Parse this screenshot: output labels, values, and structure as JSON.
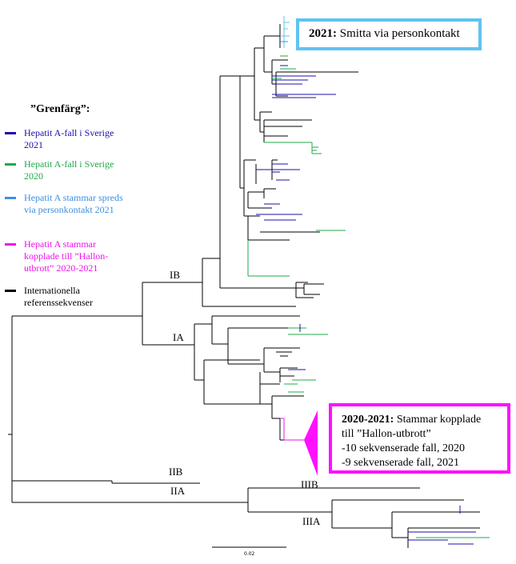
{
  "legend": {
    "title": "”Grenfärg”:",
    "items": [
      {
        "text": "Hepatit A-fall i Sverige 2021",
        "color": "#1a0fae"
      },
      {
        "text": "Hepatit A-fall i Sverige 2020",
        "color": "#21a84a"
      },
      {
        "text": "Hepatit A stammar spreds via personkontakt 2021",
        "color": "#3d8fe0"
      },
      {
        "text": "Hepatit A stammar kopplade till ”Hallon-utbrott” 2020-2021",
        "color": "#ee11ee"
      },
      {
        "text": "Internationella referenssekvenser",
        "color": "#000000"
      }
    ]
  },
  "clades": {
    "ib": "IB",
    "ia": "IA",
    "iib": "IIB",
    "iia": "IIA",
    "iiib": "IIIB",
    "iiia": "IIIA"
  },
  "callout_2021": {
    "bold": "2021:",
    "text": " Smitta via personkontakt"
  },
  "callout_hallon": {
    "bold": "2020-2021:",
    "line1": " Stammar kopplade",
    "line2": "till ”Hallon-utbrott”",
    "line3": "-10 sekvenserade fall, 2020",
    "line4": "-9 sekvenserade fall, 2021"
  },
  "scale": {
    "label": "0.02"
  },
  "colors": {
    "blue": "#1a0fae",
    "green": "#21a84a",
    "cyan": "#5ec3f2",
    "magenta": "#ee11ee",
    "black": "#000000"
  }
}
